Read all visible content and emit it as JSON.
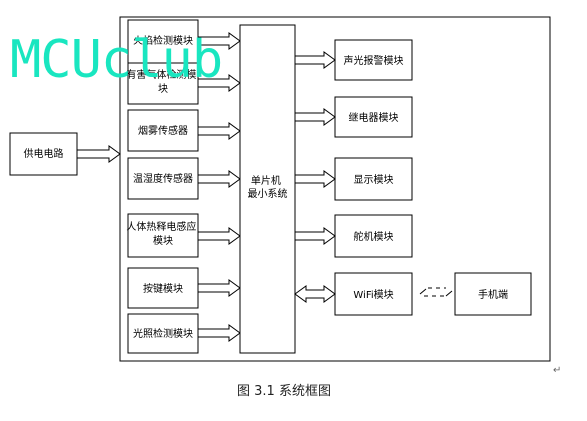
{
  "watermark": "MCUclub",
  "power": "供电电路",
  "inputs": [
    [
      "火焰检测模块"
    ],
    [
      "有害气体检测模",
      "块"
    ],
    [
      "烟雾传感器"
    ],
    [
      "温湿度传感器"
    ],
    [
      "人体热释电感应",
      "模块"
    ],
    [
      "按键模块"
    ],
    [
      "光照检测模块"
    ]
  ],
  "mcu": [
    "单片机",
    "最小系统"
  ],
  "outputs": [
    "声光报警模块",
    "继电器模块",
    "显示模块",
    "舵机模块",
    "WiFi模块"
  ],
  "phone": "手机端",
  "caption": "图 3.1 系统框图",
  "para_mark": "↵"
}
